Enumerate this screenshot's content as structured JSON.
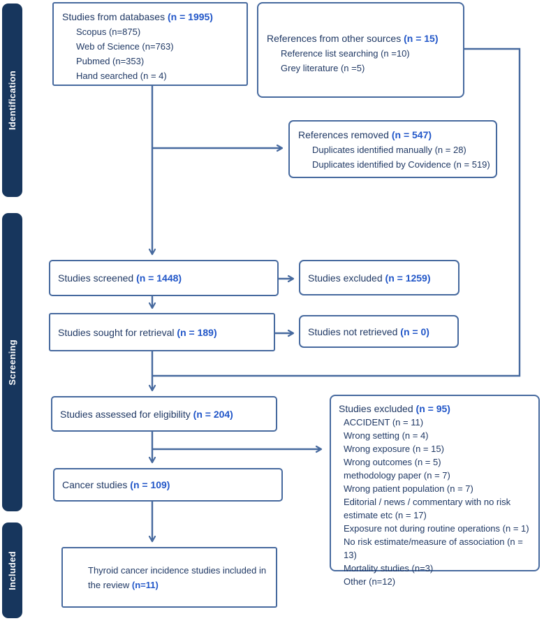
{
  "colors": {
    "bar": "#17365D",
    "border": "#46699E",
    "text": "#1F3864",
    "accent": "#2156C8"
  },
  "stages": {
    "identification": "Identification",
    "screening": "Screening",
    "included": "Included"
  },
  "boxes": {
    "databases": {
      "title": "Studies from databases ",
      "count": "(n = 1995)",
      "items": [
        "Scopus (n=875)",
        "Web of Science (n=763)",
        "Pubmed (n=353)",
        "Hand searched (n = 4)"
      ]
    },
    "other_sources": {
      "title": "References from other sources ",
      "count": "(n = 15)",
      "items": [
        "Reference list searching (n =10)",
        "Grey literature (n =5)"
      ]
    },
    "references_removed": {
      "title": "References removed ",
      "count": "(n = 547)",
      "items": [
        "Duplicates identified manually (n = 28)",
        "Duplicates identified by Covidence (n = 519)"
      ]
    },
    "screened": {
      "title": "Studies screened ",
      "count": "(n = 1448)"
    },
    "excluded_screening": {
      "title": "Studies excluded ",
      "count": "(n = 1259)"
    },
    "sought": {
      "title": "Studies sought for retrieval ",
      "count": "(n = 189)"
    },
    "not_retrieved": {
      "title": "Studies not retrieved ",
      "count": "(n = 0)"
    },
    "assessed": {
      "title": "Studies assessed for eligibility ",
      "count": "(n = 204)"
    },
    "excluded_eligibility": {
      "title": "Studies excluded ",
      "count": "(n = 95)",
      "items": [
        "ACCIDENT (n = 11)",
        "Wrong setting (n = 4)",
        "Wrong exposure (n = 15)",
        "Wrong outcomes (n = 5)",
        "methodology paper (n = 7)",
        "Wrong patient population (n = 7)",
        "Editorial / news / commentary with no risk estimate etc (n = 17)",
        "Exposure not during routine operations (n = 1)",
        "No risk estimate/measure of association (n = 13)",
        "Mortality studies (n=3)",
        "Other (n=12)"
      ]
    },
    "cancer": {
      "title": "Cancer studies ",
      "count": "(n = 109)"
    },
    "included_final": {
      "title": "Thyroid cancer incidence studies included in the review ",
      "count": "(n=11)"
    }
  }
}
